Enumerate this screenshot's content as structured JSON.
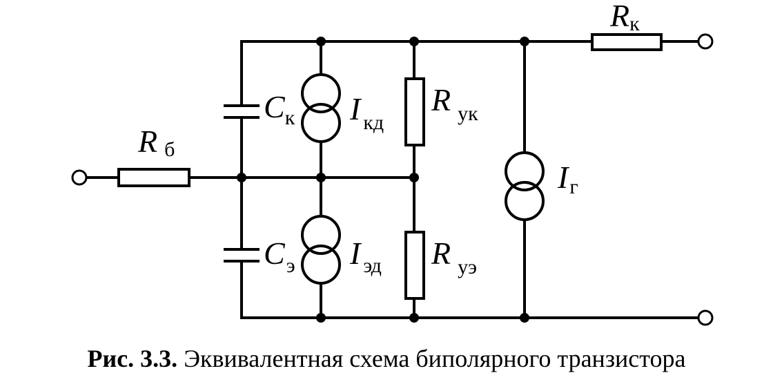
{
  "caption": {
    "figure_number": "Рис. 3.3.",
    "title": "Эквивалентная схема биполярного транзистора"
  },
  "labels": {
    "r_collector": {
      "symbol": "R",
      "subscript": "к"
    },
    "r_base": {
      "symbol": "R",
      "subscript": "б"
    },
    "c_collector": {
      "symbol": "C",
      "subscript": "к"
    },
    "c_emitter": {
      "symbol": "C",
      "subscript": "э"
    },
    "i_collector_diode": {
      "symbol": "I",
      "subscript": "кд"
    },
    "i_emitter_diode": {
      "symbol": "I",
      "subscript": "эд"
    },
    "r_leak_collector": {
      "symbol": "R",
      "subscript": "ук"
    },
    "r_leak_emitter": {
      "symbol": "R",
      "subscript": "уэ"
    },
    "i_generator": {
      "symbol": "I",
      "subscript": "г"
    }
  }
}
